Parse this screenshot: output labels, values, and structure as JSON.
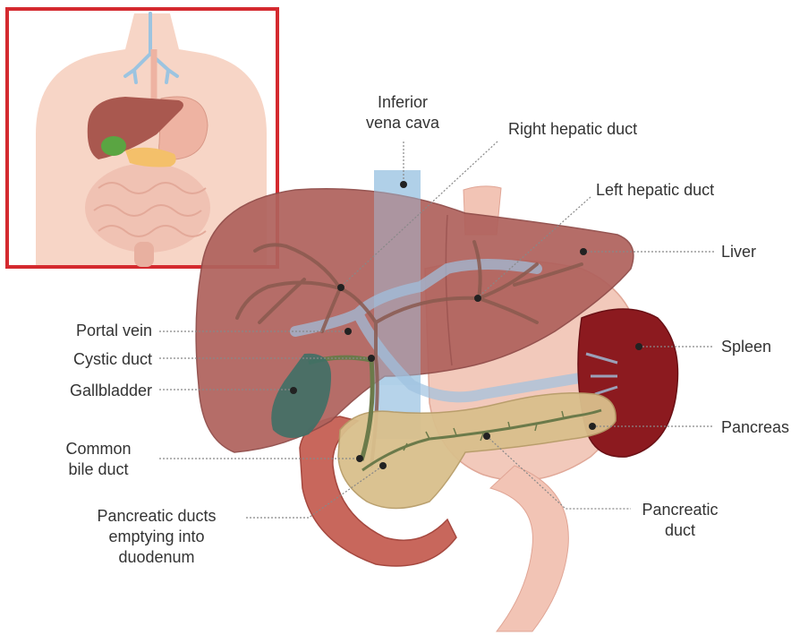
{
  "labels": {
    "inferior_vena_cava": [
      "Inferior",
      "vena cava"
    ],
    "right_hepatic_duct": "Right hepatic duct",
    "left_hepatic_duct": "Left hepatic duct",
    "liver": "Liver",
    "spleen": "Spleen",
    "pancreas": "Pancreas",
    "pancreatic_duct": [
      "Pancreatic",
      "duct"
    ],
    "portal_vein": "Portal vein",
    "cystic_duct": "Cystic duct",
    "gallbladder": "Gallbladder",
    "common_bile_duct": [
      "Common",
      "bile duct"
    ],
    "pancreatic_ducts_emptying": [
      "Pancreatic ducts",
      "emptying into",
      "duodenum"
    ]
  },
  "colors": {
    "inset_border": "#d42a2f",
    "skin": "#f7d5c6",
    "liver": "#b0625d",
    "liver_dark": "#8f4a47",
    "vessel_blue": "#a9cbe6",
    "spleen": "#8c1a1f",
    "pancreas": "#d9bf8c",
    "gallbladder": "#3f6f66",
    "duodenum": "#c8675c",
    "stomach": "#eeb3a2",
    "bile_duct": "#6b7a4a",
    "leader_line": "#888888",
    "text": "#333333"
  },
  "icons": {
    "inset": "body-silhouette-icon"
  }
}
